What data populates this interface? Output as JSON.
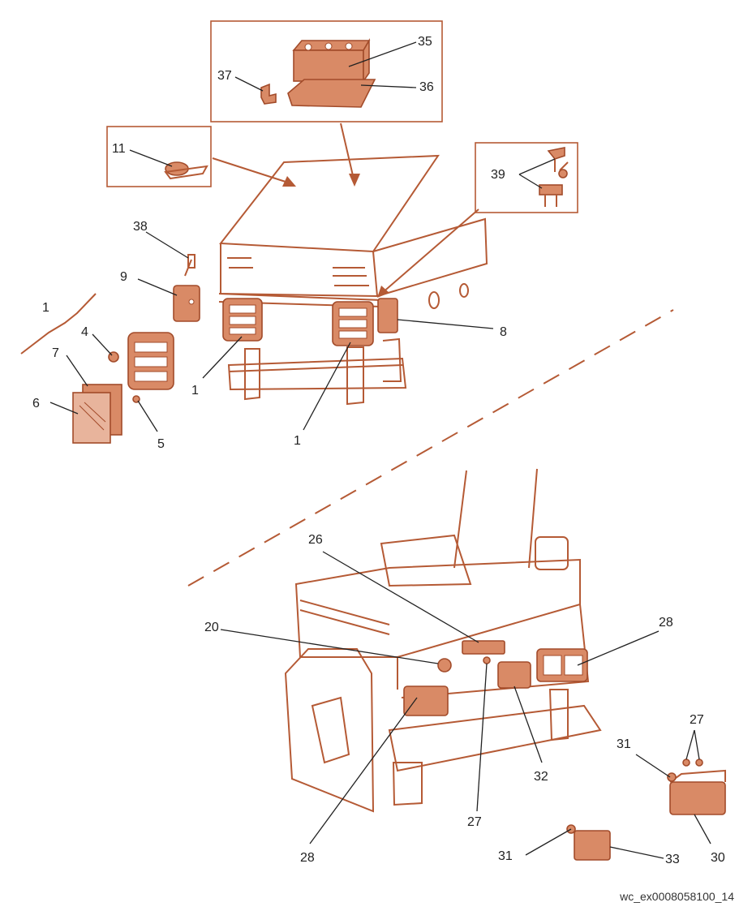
{
  "diagram": {
    "reference_code": "wc_ex0008058100_14",
    "callouts": [
      {
        "id": "c35",
        "text": "35"
      },
      {
        "id": "c36",
        "text": "36"
      },
      {
        "id": "c37",
        "text": "37"
      },
      {
        "id": "c11",
        "text": "11"
      },
      {
        "id": "c39",
        "text": "39"
      },
      {
        "id": "c38",
        "text": "38"
      },
      {
        "id": "c9",
        "text": "9"
      },
      {
        "id": "c1a",
        "text": "1"
      },
      {
        "id": "c4",
        "text": "4"
      },
      {
        "id": "c7",
        "text": "7"
      },
      {
        "id": "c6",
        "text": "6"
      },
      {
        "id": "c5",
        "text": "5"
      },
      {
        "id": "c1b",
        "text": "1"
      },
      {
        "id": "c1c",
        "text": "1"
      },
      {
        "id": "c8",
        "text": "8"
      },
      {
        "id": "c26",
        "text": "26"
      },
      {
        "id": "c20",
        "text": "20"
      },
      {
        "id": "c28a",
        "text": "28"
      },
      {
        "id": "c27a",
        "text": "27"
      },
      {
        "id": "c31a",
        "text": "31"
      },
      {
        "id": "c32",
        "text": "32"
      },
      {
        "id": "c27b",
        "text": "27"
      },
      {
        "id": "c28b",
        "text": "28"
      },
      {
        "id": "c31b",
        "text": "31"
      },
      {
        "id": "c33",
        "text": "33"
      },
      {
        "id": "c30",
        "text": "30"
      }
    ],
    "colors": {
      "part": "#b55a35",
      "part_fill": "#d98a66",
      "leader": "#222222"
    }
  }
}
